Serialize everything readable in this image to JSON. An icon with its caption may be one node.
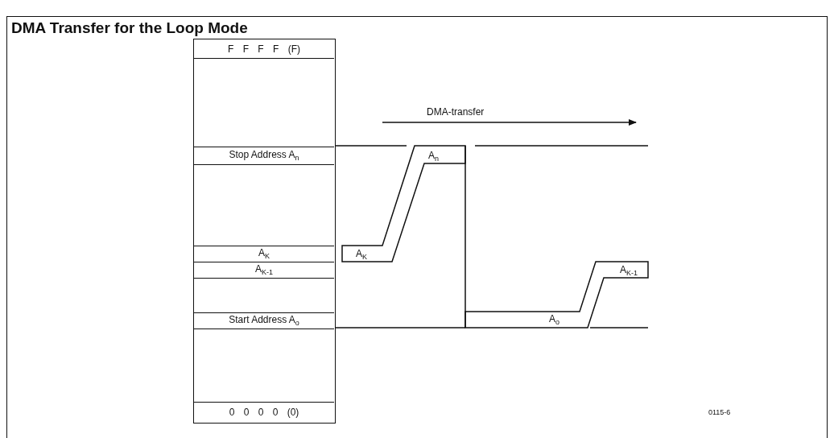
{
  "diagram": {
    "title": "DMA Transfer for the Loop Mode",
    "nodes": [
      {
        "text": [],
        "shape": "box"
      },
      {
        "text": [
          "F F F F (F)"
        ],
        "in": 0
      },
      {
        "text": [
          "Stop Address A$_{n}$"
        ],
        "in": 0
      },
      {
        "text": [
          "A$_{K}$"
        ],
        "in": 0
      },
      {
        "text": [
          "A$_{K-1}$"
        ],
        "in": 0
      },
      {
        "text": [
          "Start Address A$_{o}$"
        ],
        "in": 0
      },
      {
        "text": [
          "0 0 0 0 (0)"
        ],
        "in": 0
      }
    ],
    "labels": [
      "DMA-transfer",
      "A$_{n}$",
      "A$_{K}$",
      "A$_{K-1}$",
      "A$_{o}$",
      "0115-6"
    ]
  }
}
